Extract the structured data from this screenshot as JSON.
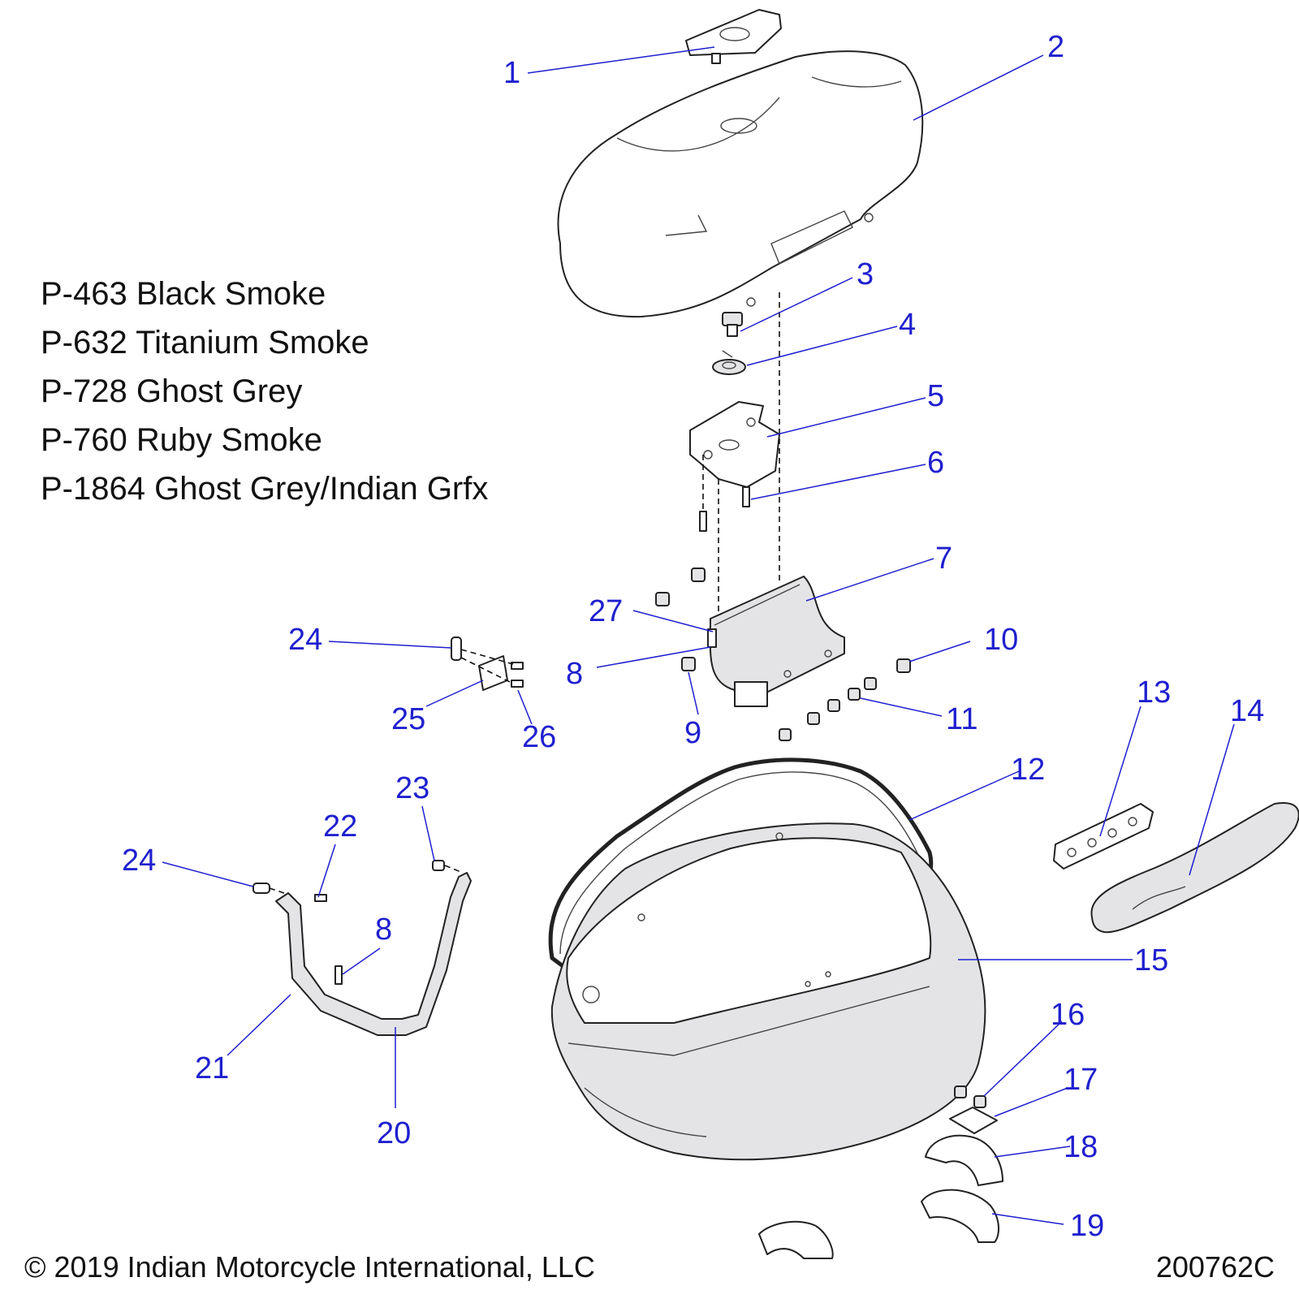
{
  "legend": [
    "P-463 Black Smoke",
    "P-632 Titanium Smoke",
    "P-728 Ghost Grey",
    "P-760 Ruby Smoke",
    "P-1864 Ghost Grey/Indian Grfx"
  ],
  "callouts": {
    "c1": "1",
    "c2": "2",
    "c3": "3",
    "c4": "4",
    "c5": "5",
    "c6": "6",
    "c7": "7",
    "c8a": "8",
    "c9": "9",
    "c10": "10",
    "c11": "11",
    "c12": "12",
    "c13": "13",
    "c14": "14",
    "c15": "15",
    "c16": "16",
    "c17": "17",
    "c18": "18",
    "c19": "19",
    "c20": "20",
    "c21": "21",
    "c22": "22",
    "c23": "23",
    "c24a": "24",
    "c24b": "24",
    "c25": "25",
    "c26": "26",
    "c27": "27",
    "c8b": "8"
  },
  "footer": {
    "copyright": "© 2019 Indian Motorcycle International, LLC",
    "diagram_id": "200762C"
  }
}
